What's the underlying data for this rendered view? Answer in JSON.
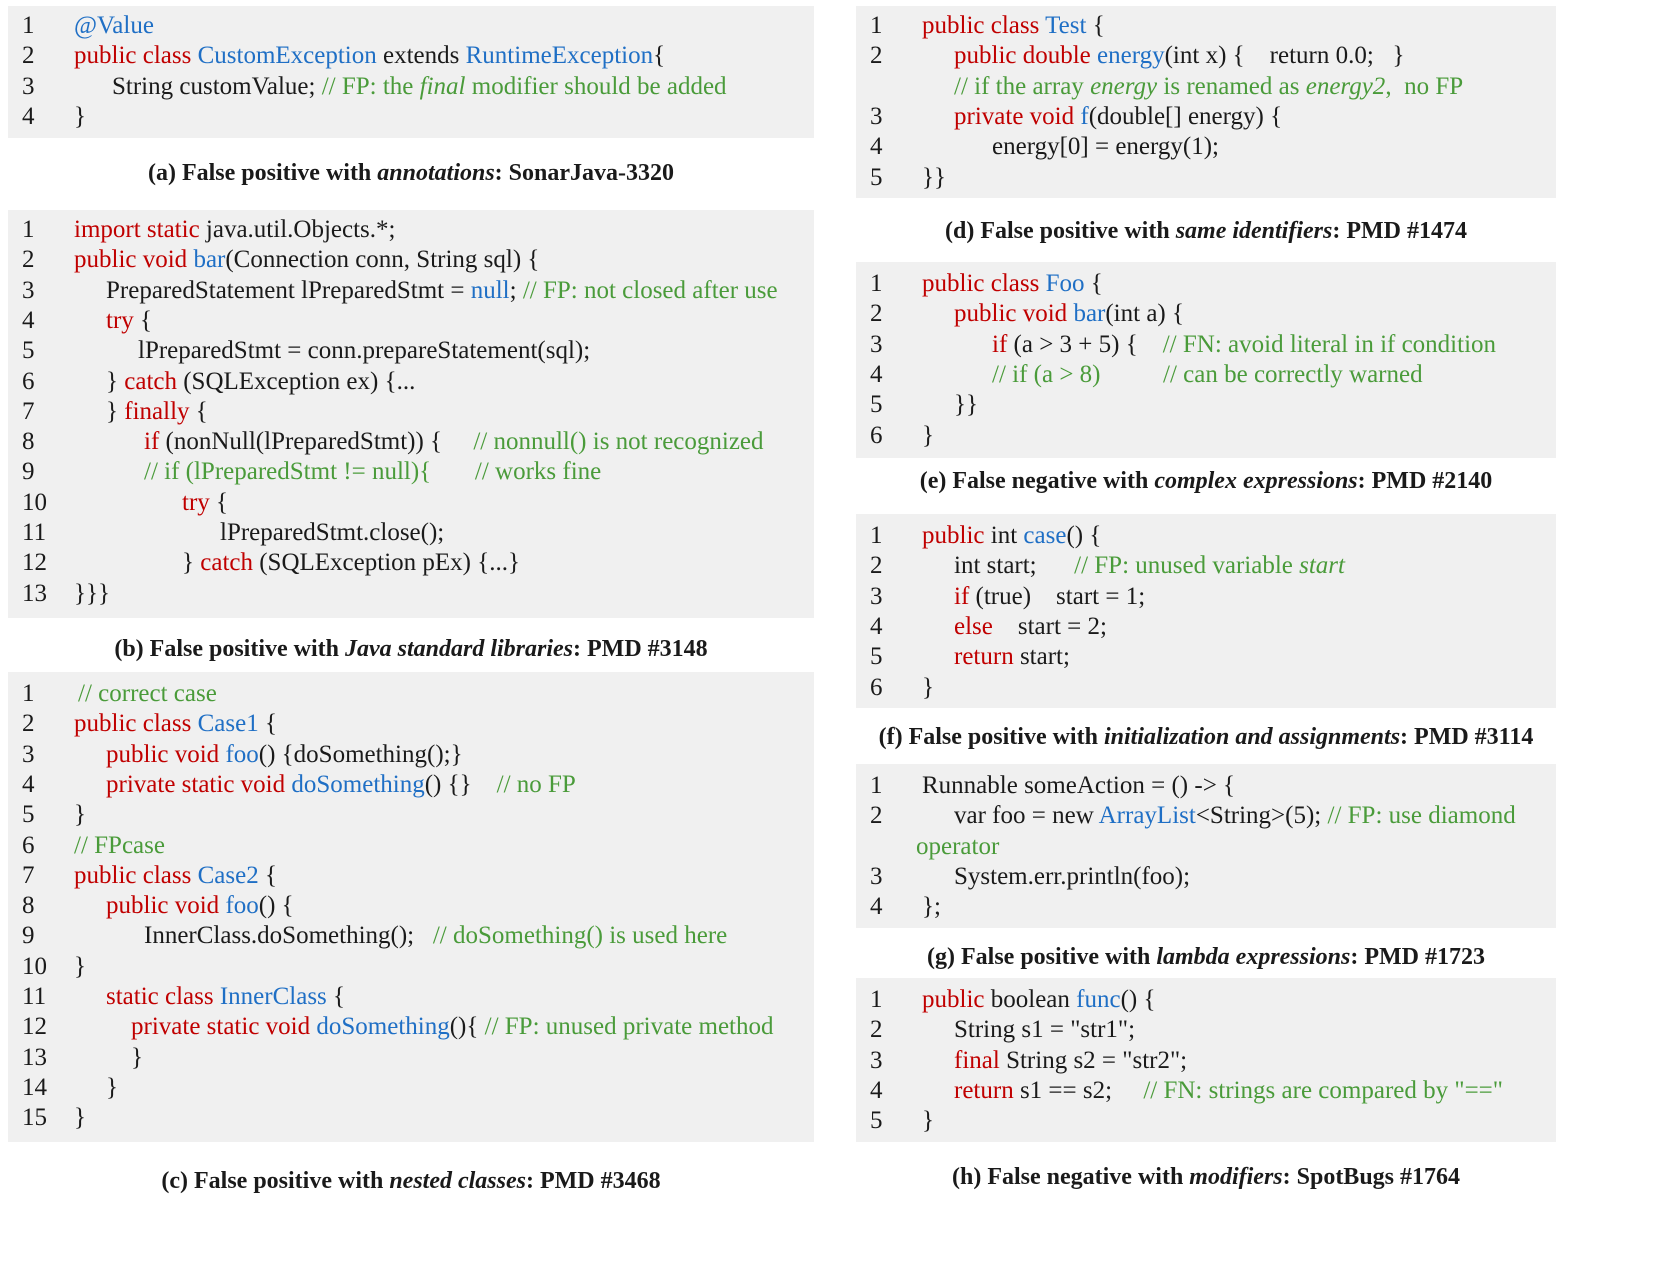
{
  "panels": [
    {
      "id": "a",
      "caption": {
        "prefix": "(a) False positive with ",
        "topic": "annotations",
        "suffix": ": SonarJava-3320"
      },
      "lines": [
        {
          "n": "1",
          "segs": [
            {
              "t": "@Value",
              "c": "id"
            }
          ]
        },
        {
          "n": "2",
          "segs": [
            {
              "t": "public class ",
              "c": "kw"
            },
            {
              "t": "CustomException",
              "c": "id"
            },
            {
              "t": " extends ",
              "c": ""
            },
            {
              "t": "RuntimeException",
              "c": "id"
            },
            {
              "t": "{",
              "c": ""
            }
          ]
        },
        {
          "n": "3",
          "segs": [
            {
              "t": "String customValue; ",
              "c": ""
            },
            {
              "t": "// FP: the ",
              "c": "cm"
            },
            {
              "t": "final",
              "c": "cm",
              "i": true
            },
            {
              "t": " modifier should be added",
              "c": "cm"
            }
          ]
        },
        {
          "n": "4",
          "segs": [
            {
              "t": "}",
              "c": ""
            }
          ]
        }
      ]
    },
    {
      "id": "b",
      "caption": {
        "prefix": "(b) False positive with ",
        "topic": "Java standard libraries",
        "suffix": ": PMD #3148"
      },
      "lines": [
        {
          "n": "1",
          "segs": [
            {
              "t": "import static ",
              "c": "kw"
            },
            {
              "t": "java.util.Objects.*;",
              "c": ""
            }
          ]
        },
        {
          "n": "2",
          "segs": [
            {
              "t": "public void ",
              "c": "kw"
            },
            {
              "t": "bar",
              "c": "id"
            },
            {
              "t": "(Connection conn, String sql) {",
              "c": ""
            }
          ]
        },
        {
          "n": "3",
          "segs": [
            {
              "t": "PreparedStatement lPreparedStmt = ",
              "c": ""
            },
            {
              "t": "null",
              "c": "id"
            },
            {
              "t": "; ",
              "c": ""
            },
            {
              "t": "// FP: not closed after use",
              "c": "cm"
            }
          ]
        },
        {
          "n": "4",
          "segs": [
            {
              "t": "try",
              "c": "kw"
            },
            {
              "t": " {",
              "c": ""
            }
          ]
        },
        {
          "n": "5",
          "segs": [
            {
              "t": "lPreparedStmt = conn.prepareStatement(sql);",
              "c": ""
            }
          ]
        },
        {
          "n": "6",
          "segs": [
            {
              "t": "} ",
              "c": ""
            },
            {
              "t": "catch",
              "c": "kw"
            },
            {
              "t": " (SQLException ex) {...",
              "c": ""
            }
          ]
        },
        {
          "n": "7",
          "segs": [
            {
              "t": "} ",
              "c": ""
            },
            {
              "t": "finally",
              "c": "kw"
            },
            {
              "t": " {",
              "c": ""
            }
          ]
        },
        {
          "n": "8",
          "segs": [
            {
              "t": "if",
              "c": "kw"
            },
            {
              "t": " (nonNull(lPreparedStmt)) {     ",
              "c": ""
            },
            {
              "t": "// nonnull() is not recognized",
              "c": "cm"
            }
          ]
        },
        {
          "n": "9",
          "segs": [
            {
              "t": "// if (lPreparedStmt != null){       // works fine",
              "c": "cm"
            }
          ]
        },
        {
          "n": "10",
          "segs": [
            {
              "t": "try",
              "c": "kw"
            },
            {
              "t": " {",
              "c": ""
            }
          ]
        },
        {
          "n": "11",
          "segs": [
            {
              "t": "lPreparedStmt.close();",
              "c": ""
            }
          ]
        },
        {
          "n": "12",
          "segs": [
            {
              "t": "} ",
              "c": ""
            },
            {
              "t": "catch",
              "c": "kw"
            },
            {
              "t": " (SQLException pEx) {...}",
              "c": ""
            }
          ]
        },
        {
          "n": "13",
          "segs": [
            {
              "t": "}}}",
              "c": ""
            }
          ]
        }
      ]
    },
    {
      "id": "c",
      "caption": {
        "prefix": "(c) False positive with ",
        "topic": "nested classes",
        "suffix": ": PMD #3468"
      },
      "lines": [
        {
          "n": "1",
          "segs": [
            {
              "t": "// correct case",
              "c": "cm"
            }
          ]
        },
        {
          "n": "2",
          "segs": [
            {
              "t": "public class ",
              "c": "kw"
            },
            {
              "t": "Case1",
              "c": "id"
            },
            {
              "t": " {",
              "c": ""
            }
          ]
        },
        {
          "n": "3",
          "segs": [
            {
              "t": "public void ",
              "c": "kw"
            },
            {
              "t": "foo",
              "c": "id"
            },
            {
              "t": "() {doSomething();}",
              "c": ""
            }
          ]
        },
        {
          "n": "4",
          "segs": [
            {
              "t": "private static void ",
              "c": "kw"
            },
            {
              "t": "doSomething",
              "c": "id"
            },
            {
              "t": "() {}    ",
              "c": ""
            },
            {
              "t": "// no FP",
              "c": "cm"
            }
          ]
        },
        {
          "n": "5",
          "segs": [
            {
              "t": "}",
              "c": ""
            }
          ]
        },
        {
          "n": "6",
          "segs": [
            {
              "t": "// FPcase",
              "c": "cm"
            }
          ]
        },
        {
          "n": "7",
          "segs": [
            {
              "t": "public class ",
              "c": "kw"
            },
            {
              "t": "Case2",
              "c": "id"
            },
            {
              "t": " {",
              "c": ""
            }
          ]
        },
        {
          "n": "8",
          "segs": [
            {
              "t": "public void ",
              "c": "kw"
            },
            {
              "t": "foo",
              "c": "id"
            },
            {
              "t": "() {",
              "c": ""
            }
          ]
        },
        {
          "n": "9",
          "segs": [
            {
              "t": "InnerClass.doSomething();   ",
              "c": ""
            },
            {
              "t": "// doSomething() is used here",
              "c": "cm"
            }
          ]
        },
        {
          "n": "10",
          "segs": [
            {
              "t": "}",
              "c": ""
            }
          ]
        },
        {
          "n": "11",
          "segs": [
            {
              "t": "static class ",
              "c": "kw"
            },
            {
              "t": "InnerClass",
              "c": "id"
            },
            {
              "t": " {",
              "c": ""
            }
          ]
        },
        {
          "n": "12",
          "segs": [
            {
              "t": "private static void ",
              "c": "kw"
            },
            {
              "t": "doSomething",
              "c": "id"
            },
            {
              "t": "(){ ",
              "c": ""
            },
            {
              "t": "// FP: unused private method",
              "c": "cm"
            }
          ]
        },
        {
          "n": "13",
          "segs": [
            {
              "t": "}",
              "c": ""
            }
          ]
        },
        {
          "n": "14",
          "segs": [
            {
              "t": "}",
              "c": ""
            }
          ]
        },
        {
          "n": "15",
          "segs": [
            {
              "t": "}",
              "c": ""
            }
          ]
        }
      ]
    },
    {
      "id": "d",
      "caption": {
        "prefix": "(d) False positive with ",
        "topic": "same identifiers",
        "suffix": ": PMD #1474"
      },
      "lines": [
        {
          "n": "1",
          "segs": [
            {
              "t": "public class ",
              "c": "kw"
            },
            {
              "t": "Test",
              "c": "id"
            },
            {
              "t": " {",
              "c": ""
            }
          ]
        },
        {
          "n": "2",
          "segs": [
            {
              "t": "public double ",
              "c": "kw"
            },
            {
              "t": "energy",
              "c": "id"
            },
            {
              "t": "(int x) {    return 0.0;   }",
              "c": ""
            }
          ]
        },
        {
          "n": "",
          "segs": [
            {
              "t": "// if the array ",
              "c": "cm"
            },
            {
              "t": "energy",
              "c": "cm",
              "i": true
            },
            {
              "t": " is renamed as ",
              "c": "cm"
            },
            {
              "t": "energy2",
              "c": "cm",
              "i": true
            },
            {
              "t": ",  no FP",
              "c": "cm"
            }
          ]
        },
        {
          "n": "3",
          "segs": [
            {
              "t": "private void ",
              "c": "kw"
            },
            {
              "t": "f",
              "c": "id"
            },
            {
              "t": "(double[] energy) {",
              "c": ""
            }
          ]
        },
        {
          "n": "4",
          "segs": [
            {
              "t": "energy[0] = energy(1);",
              "c": ""
            }
          ]
        },
        {
          "n": "5",
          "segs": [
            {
              "t": "}}",
              "c": ""
            }
          ]
        }
      ]
    },
    {
      "id": "e",
      "caption": {
        "prefix": "(e) False negative with ",
        "topic": "complex expressions",
        "suffix": ": PMD #2140"
      },
      "lines": [
        {
          "n": "1",
          "segs": [
            {
              "t": "public class ",
              "c": "kw"
            },
            {
              "t": "Foo",
              "c": "id"
            },
            {
              "t": " {",
              "c": ""
            }
          ]
        },
        {
          "n": "2",
          "segs": [
            {
              "t": "public void ",
              "c": "kw"
            },
            {
              "t": "bar",
              "c": "id"
            },
            {
              "t": "(int a) {",
              "c": ""
            }
          ]
        },
        {
          "n": "3",
          "segs": [
            {
              "t": "if",
              "c": "kw"
            },
            {
              "t": " (a > 3 + 5) {    ",
              "c": ""
            },
            {
              "t": "// FN: avoid literal in if condition",
              "c": "cm"
            }
          ]
        },
        {
          "n": "4",
          "segs": [
            {
              "t": "// if (a > 8)          // can be correctly warned",
              "c": "cm"
            }
          ]
        },
        {
          "n": "5",
          "segs": [
            {
              "t": "}}",
              "c": ""
            }
          ]
        },
        {
          "n": "6",
          "segs": [
            {
              "t": "}",
              "c": ""
            }
          ]
        }
      ]
    },
    {
      "id": "f",
      "caption": {
        "prefix": "(f) False positive with ",
        "topic": "initialization and assignments",
        "suffix": ": PMD #3114"
      },
      "lines": [
        {
          "n": "1",
          "segs": [
            {
              "t": "public ",
              "c": "kw"
            },
            {
              "t": "int ",
              "c": ""
            },
            {
              "t": "case",
              "c": "id"
            },
            {
              "t": "() {",
              "c": ""
            }
          ]
        },
        {
          "n": "2",
          "segs": [
            {
              "t": "int start;      ",
              "c": ""
            },
            {
              "t": "// FP: unused variable ",
              "c": "cm"
            },
            {
              "t": "start",
              "c": "cm",
              "i": true
            }
          ]
        },
        {
          "n": "3",
          "segs": [
            {
              "t": "if",
              "c": "kw"
            },
            {
              "t": " (true)    start = 1;",
              "c": ""
            }
          ]
        },
        {
          "n": "4",
          "segs": [
            {
              "t": "else",
              "c": "kw"
            },
            {
              "t": "    start = 2;",
              "c": ""
            }
          ]
        },
        {
          "n": "5",
          "segs": [
            {
              "t": "return",
              "c": "kw"
            },
            {
              "t": " start;",
              "c": ""
            }
          ]
        },
        {
          "n": "6",
          "segs": [
            {
              "t": "}",
              "c": ""
            }
          ]
        }
      ]
    },
    {
      "id": "g",
      "caption": {
        "prefix": "(g) False positive with ",
        "topic": "lambda expressions",
        "suffix": ": PMD #1723"
      },
      "lines": [
        {
          "n": "1",
          "segs": [
            {
              "t": "Runnable someAction = () -> {",
              "c": ""
            }
          ]
        },
        {
          "n": "2",
          "segs": [
            {
              "t": "var foo = new ",
              "c": ""
            },
            {
              "t": "ArrayList",
              "c": "id"
            },
            {
              "t": "<String>(5); ",
              "c": ""
            },
            {
              "t": "// FP: use diamond",
              "c": "cm"
            }
          ]
        },
        {
          "n": "",
          "segs": [
            {
              "t": "operator",
              "c": "cm"
            }
          ]
        },
        {
          "n": "3",
          "segs": [
            {
              "t": "System.err.println(foo);",
              "c": ""
            }
          ]
        },
        {
          "n": "4",
          "segs": [
            {
              "t": "};",
              "c": ""
            }
          ]
        }
      ]
    },
    {
      "id": "h",
      "caption": {
        "prefix": "(h) False negative with ",
        "topic": "modifiers",
        "suffix": ": SpotBugs #1764"
      },
      "lines": [
        {
          "n": "1",
          "segs": [
            {
              "t": "public ",
              "c": "kw"
            },
            {
              "t": "boolean ",
              "c": ""
            },
            {
              "t": "func",
              "c": "id"
            },
            {
              "t": "() {",
              "c": ""
            }
          ]
        },
        {
          "n": "2",
          "segs": [
            {
              "t": "String s1 = \"str1\";",
              "c": ""
            }
          ]
        },
        {
          "n": "3",
          "segs": [
            {
              "t": "final",
              "c": "kw"
            },
            {
              "t": " String s2 = \"str2\";",
              "c": ""
            }
          ]
        },
        {
          "n": "4",
          "segs": [
            {
              "t": "return",
              "c": "kw"
            },
            {
              "t": " s1 == s2;     ",
              "c": ""
            },
            {
              "t": "// FN: strings are compared by \"==\"",
              "c": "cm"
            }
          ]
        },
        {
          "n": "5",
          "segs": [
            {
              "t": "}",
              "c": ""
            }
          ]
        }
      ]
    }
  ],
  "colors": {
    "keyword": "#c00000",
    "identifier": "#1f6fc5",
    "comment": "#4a9b3a",
    "panel_bg": "#f0f0f0"
  }
}
